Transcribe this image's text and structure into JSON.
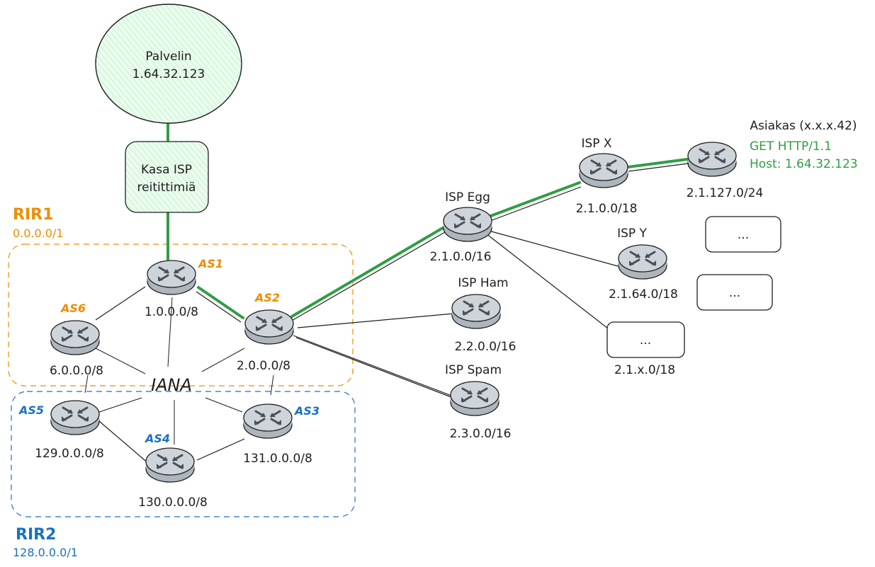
{
  "server": {
    "title": "Palvelin",
    "ip": "1.64.32.123"
  },
  "kasa": {
    "line1": "Kasa ISP",
    "line2": "reitittimiä"
  },
  "rir1": {
    "title": "RIR1",
    "prefix": "0.0.0.0/1"
  },
  "rir2": {
    "title": "RIR2",
    "prefix": "128.0.0.0/1"
  },
  "iana": "IANA",
  "as_nodes": {
    "as1": {
      "tag": "AS1",
      "prefix": "1.0.0.0/8"
    },
    "as2": {
      "tag": "AS2",
      "prefix": "2.0.0.0/8"
    },
    "as3": {
      "tag": "AS3",
      "prefix": "131.0.0.0/8"
    },
    "as4": {
      "tag": "AS4",
      "prefix": "130.0.0.0/8"
    },
    "as5": {
      "tag": "AS5",
      "prefix": "129.0.0.0/8"
    },
    "as6": {
      "tag": "AS6",
      "prefix": "6.0.0.0/8"
    }
  },
  "isps": {
    "egg": {
      "name": "ISP Egg",
      "prefix": "2.1.0.0/16"
    },
    "ham": {
      "name": "ISP Ham",
      "prefix": "2.2.0.0/16"
    },
    "spam": {
      "name": "ISP Spam",
      "prefix": "2.3.0.0/16"
    },
    "x": {
      "name": "ISP X",
      "prefix": "2.1.0.0/18"
    },
    "y": {
      "name": "ISP Y",
      "prefix": "2.1.64.0/18"
    },
    "xx": {
      "name": "",
      "prefix": "2.1.x.0/18"
    }
  },
  "client": {
    "title": "Asiakas (x.x.x.42)",
    "prefix": "2.1.127.0/24",
    "request_line1": "GET HTTP/1.1",
    "request_line2": "Host: 1.64.32.123"
  },
  "placeholders": {
    "box1": "...",
    "box2": "...",
    "box3": "..."
  },
  "colors": {
    "green": "#2f9e44",
    "orange": "#f08c00",
    "blue": "#1971c2",
    "server_fill": "#d3f9d8",
    "router_fill": "#ced4da"
  },
  "icons": {
    "router": "router-icon"
  }
}
